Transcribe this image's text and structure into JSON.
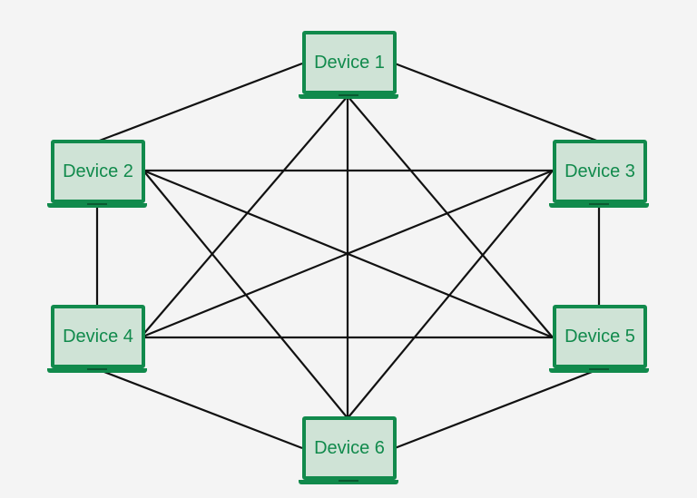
{
  "colors": {
    "background": "#f4f4f4",
    "device_border": "#118a4c",
    "device_fill": "#cfe3d6",
    "device_text": "#118a4c",
    "link": "#111111"
  },
  "devices": [
    {
      "id": "d1",
      "label": "Device 1"
    },
    {
      "id": "d2",
      "label": "Device 2"
    },
    {
      "id": "d3",
      "label": "Device 3"
    },
    {
      "id": "d4",
      "label": "Device 4"
    },
    {
      "id": "d5",
      "label": "Device 5"
    },
    {
      "id": "d6",
      "label": "Device 6"
    }
  ],
  "links": [
    [
      "d1",
      "d2"
    ],
    [
      "d1",
      "d3"
    ],
    [
      "d1",
      "d4"
    ],
    [
      "d1",
      "d5"
    ],
    [
      "d1",
      "d6"
    ],
    [
      "d2",
      "d3"
    ],
    [
      "d2",
      "d4"
    ],
    [
      "d2",
      "d5"
    ],
    [
      "d2",
      "d6"
    ],
    [
      "d3",
      "d4"
    ],
    [
      "d3",
      "d5"
    ],
    [
      "d3",
      "d6"
    ],
    [
      "d4",
      "d5"
    ],
    [
      "d4",
      "d6"
    ],
    [
      "d5",
      "d6"
    ]
  ]
}
